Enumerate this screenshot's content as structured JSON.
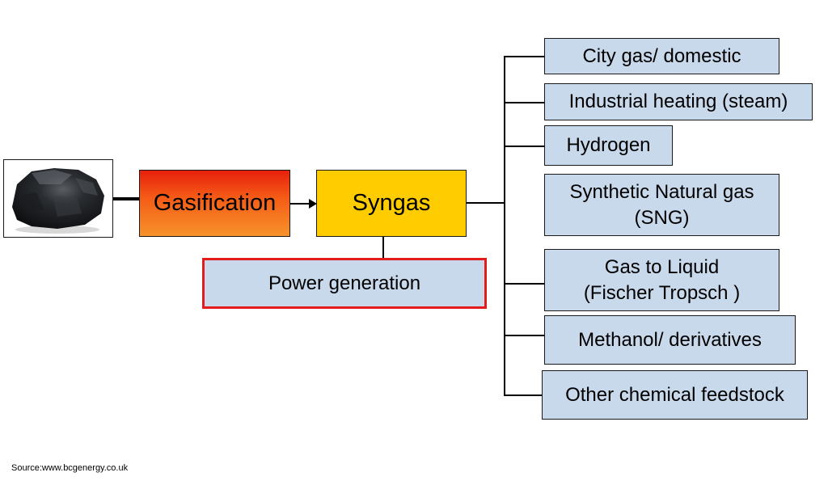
{
  "flow": {
    "coal_image_alt": "coal lump",
    "gasification": "Gasification",
    "syngas": "Syngas",
    "power_generation": "Power generation"
  },
  "outputs": [
    {
      "lines": [
        "City gas/ domestic"
      ]
    },
    {
      "lines": [
        "Industrial heating (steam)"
      ]
    },
    {
      "lines": [
        "Hydrogen"
      ]
    },
    {
      "lines": [
        "Synthetic Natural gas",
        "(SNG)"
      ]
    },
    {
      "lines": [
        "Gas to Liquid",
        "(Fischer Tropsch )"
      ]
    },
    {
      "lines": [
        "Methanol/ derivatives"
      ]
    },
    {
      "lines": [
        "Other chemical feedstock"
      ]
    }
  ],
  "source": "Source:www.bcgenergy.co.uk",
  "colors": {
    "gasification_top": "#e8200e",
    "gasification_bottom": "#f7932a",
    "syngas": "#ffcc00",
    "output_fill": "#c9d9ec",
    "power_border": "#e31b1b"
  }
}
